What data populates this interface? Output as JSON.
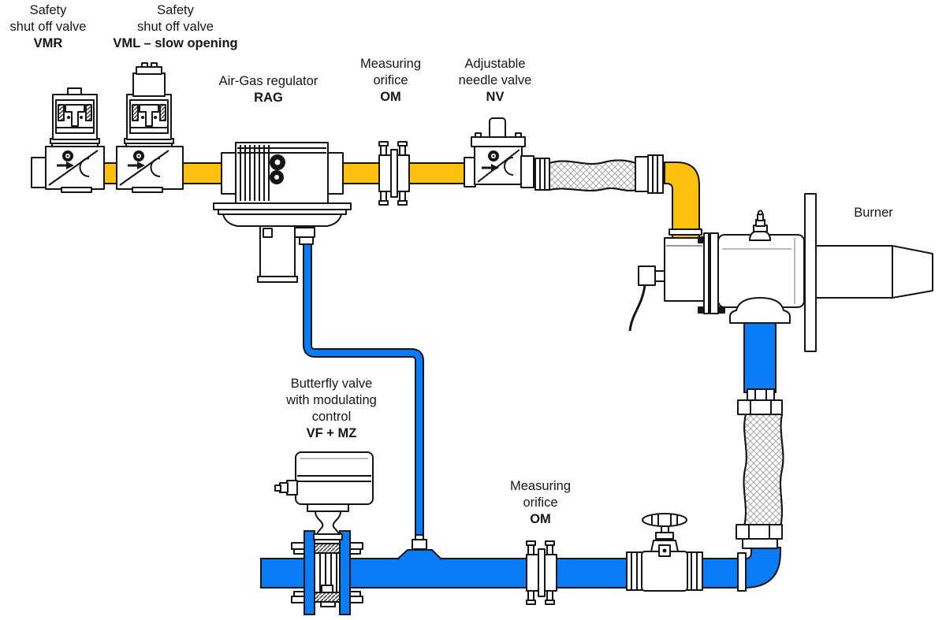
{
  "colors": {
    "gas": "#FFC010",
    "air": "#0A7CF5",
    "outline": "#151515"
  },
  "labels": {
    "vmr": {
      "line1": "Safety",
      "line2": "shut off valve",
      "code": "VMR"
    },
    "vml": {
      "line1": "Safety",
      "line2": "shut off valve",
      "code": "VML – slow opening"
    },
    "rag": {
      "line1": "Air-Gas regulator",
      "code": "RAG"
    },
    "om_top": {
      "line1": "Measuring",
      "line2": "orifice",
      "code": "OM"
    },
    "nv": {
      "line1": "Adjustable",
      "line2": "needle valve",
      "code": "NV"
    },
    "burner": {
      "line1": "Burner"
    },
    "vf_mz": {
      "line1": "Butterfly valve",
      "line2": "with modulating",
      "line3": "control",
      "code": "VF + MZ"
    },
    "om_bottom": {
      "line1": "Measuring",
      "line2": "orifice",
      "code": "OM"
    }
  }
}
